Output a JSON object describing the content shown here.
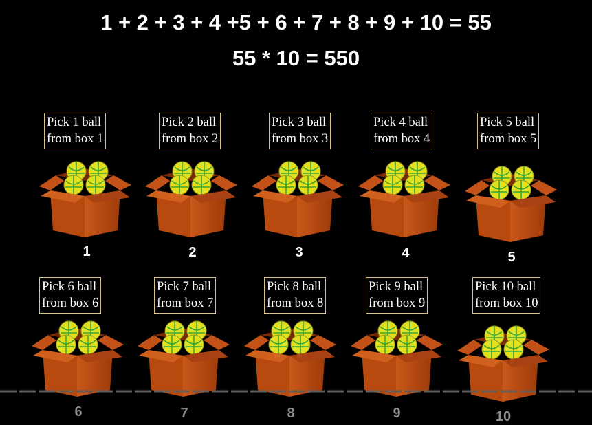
{
  "equations": {
    "sum": "1 + 2 + 3 + 4 +5 + 6 + 7 + 8 + 9 + 10 = 55",
    "product": "55 * 10 = 550"
  },
  "boxes": [
    {
      "line1": "Pick 1 ball",
      "line2": "from box 1",
      "number": "1"
    },
    {
      "line1": "Pick 2 ball",
      "line2": "from box 2",
      "number": "2"
    },
    {
      "line1": "Pick 3 ball",
      "line2": "from box 3",
      "number": "3"
    },
    {
      "line1": "Pick 4 ball",
      "line2": "from box 4",
      "number": "4"
    },
    {
      "line1": "Pick 5 ball",
      "line2": "from box 5",
      "number": "5"
    },
    {
      "line1": "Pick 6 ball",
      "line2": "from box 6",
      "number": "6"
    },
    {
      "line1": "Pick 7 ball",
      "line2": "from box 7",
      "number": "7"
    },
    {
      "line1": "Pick 8 ball",
      "line2": "from box 8",
      "number": "8"
    },
    {
      "line1": "Pick 9 ball",
      "line2": "from box 9",
      "number": "9"
    },
    {
      "line1": "Pick 10 ball",
      "line2": "from box 10",
      "number": "10"
    }
  ],
  "colors": {
    "background": "#000000",
    "box": "#b0440e",
    "ball": "#e3e11f",
    "ball_seam": "#3aa637",
    "label_border": "#d8c28a"
  }
}
